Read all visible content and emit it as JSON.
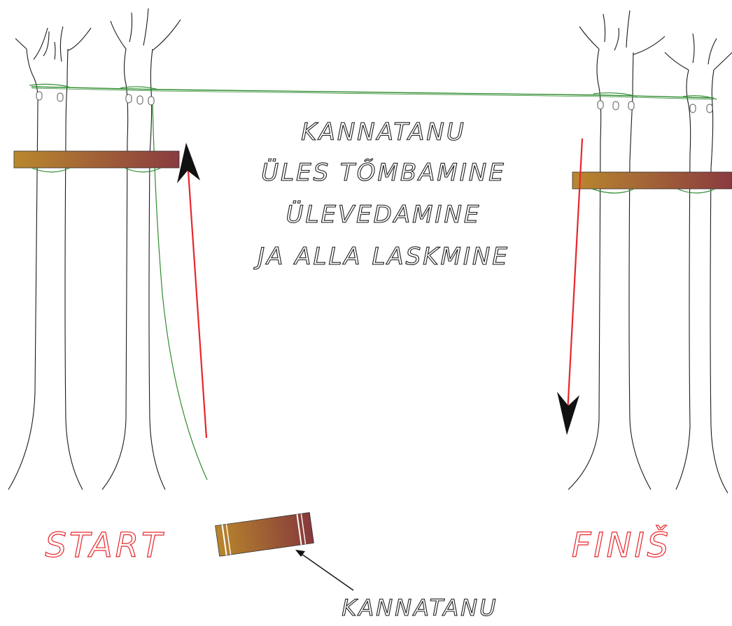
{
  "title_lines": [
    "KANNATANU",
    "ÜLES TÕMBAMINE",
    "ÜLEVEDAMINE",
    "JA ALLA LASKMINE"
  ],
  "labels": {
    "start": "START",
    "finish": "FINIŠ",
    "stretcher": "KANNATANU"
  },
  "colors": {
    "tree": "#1b1b1b",
    "rope": "#2e8b2e",
    "arrow": "#e8262b",
    "label": "#e8262b",
    "plank_left": "#b8862e",
    "plank_right": "#8a3b3f"
  },
  "icons": [
    "tree-icon",
    "carabiner-icon",
    "arrow-up-icon",
    "arrow-down-icon",
    "stretcher-icon"
  ]
}
